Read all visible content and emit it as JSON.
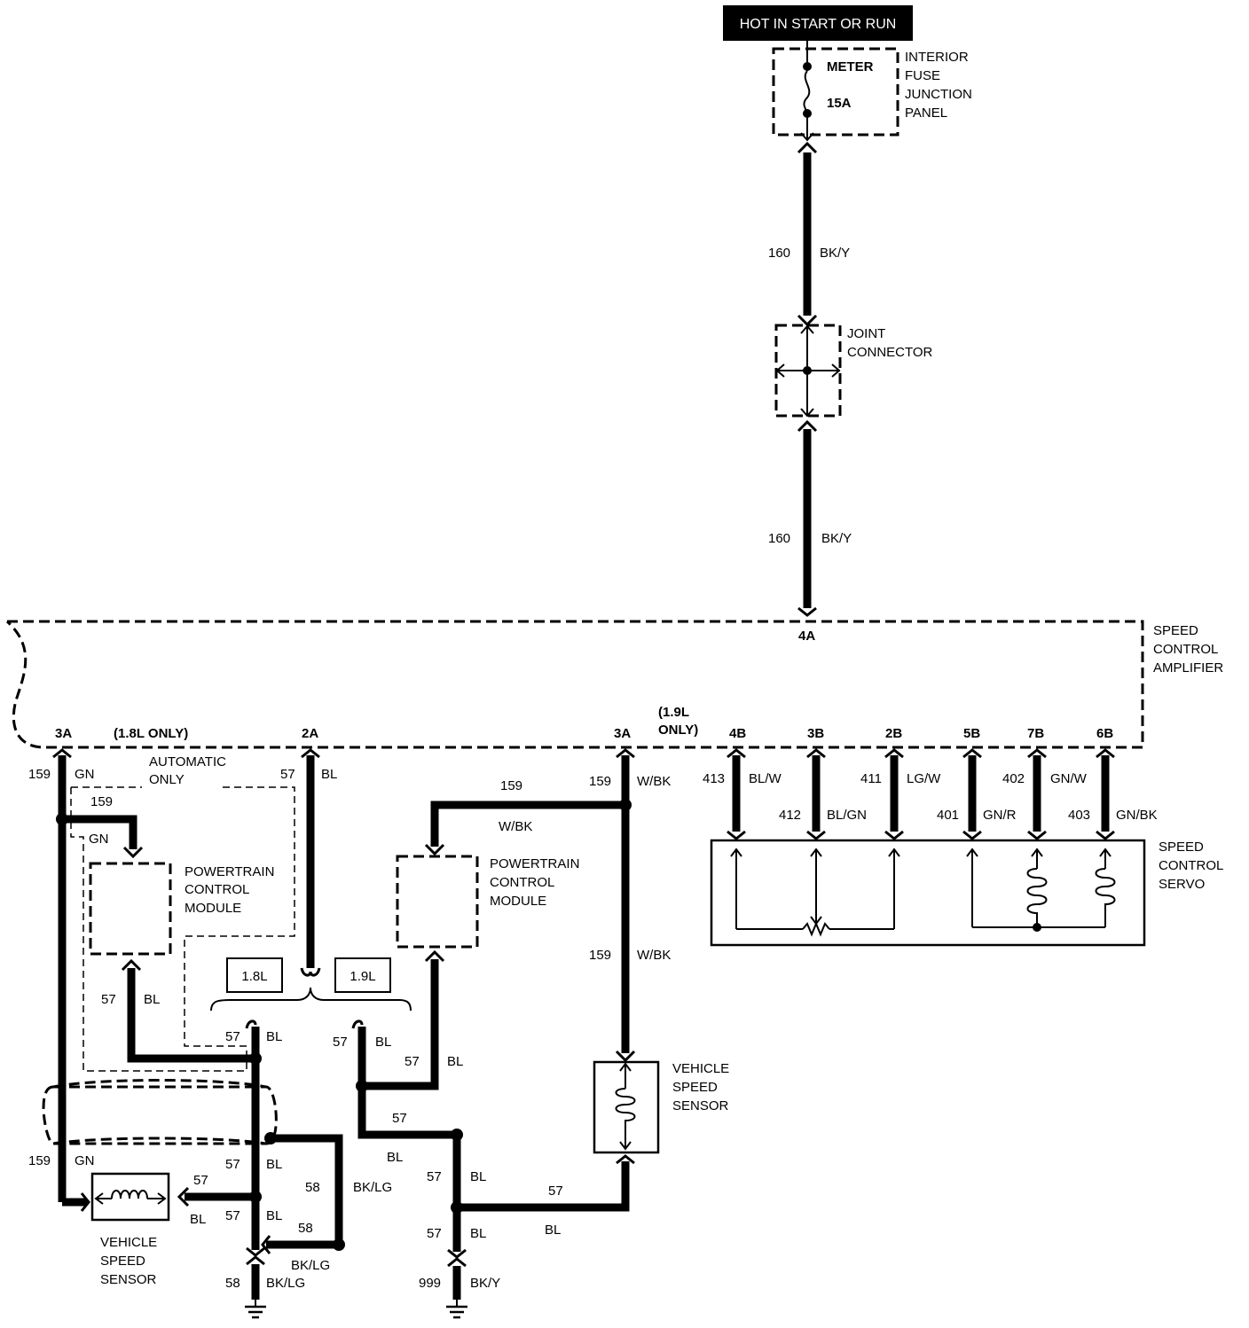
{
  "header": {
    "hot_label": "HOT IN START OR RUN"
  },
  "fuse_panel": {
    "fuse_name": "METER",
    "fuse_rating": "15A",
    "label_lines": [
      "INTERIOR",
      "FUSE",
      "JUNCTION",
      "PANEL"
    ]
  },
  "joint_connector": {
    "label_lines": [
      "JOINT",
      "CONNECTOR"
    ]
  },
  "amplifier": {
    "label_lines": [
      "SPEED",
      "CONTROL",
      "AMPLIFIER"
    ],
    "pin_4a": "4A",
    "pin_3a_left": "3A",
    "note_18": "(1.8L ONLY)",
    "pin_2a": "2A",
    "pin_3a_right": "3A",
    "note_19": [
      "(1.9L",
      "ONLY)"
    ],
    "pins_right": [
      "4B",
      "3B",
      "2B",
      "5B",
      "7B",
      "6B"
    ]
  },
  "wires": {
    "w160_a": {
      "num": "160",
      "color": "BK/Y"
    },
    "w160_b": {
      "num": "160",
      "color": "BK/Y"
    },
    "w159_gn": {
      "num": "159",
      "color": "GN"
    },
    "w159_gn_lower": {
      "num": "159",
      "color": "GN"
    },
    "w159_gn_branch": {
      "num": "159",
      "color": "GN"
    },
    "w57_bl_2a": {
      "num": "57",
      "color": "BL"
    },
    "w159_wbk_top": {
      "num": "159",
      "color": "W/BK"
    },
    "w159_branch": {
      "num": "159",
      "color": "W/BK"
    },
    "w159_wbk_mid": {
      "num": "159",
      "color": "W/BK"
    },
    "w413": {
      "num": "413",
      "color": "BL/W"
    },
    "w412": {
      "num": "412",
      "color": "BL/GN"
    },
    "w411": {
      "num": "411",
      "color": "LG/W"
    },
    "w401": {
      "num": "401",
      "color": "GN/R"
    },
    "w402": {
      "num": "402",
      "color": "GN/W"
    },
    "w403": {
      "num": "403",
      "color": "GN/BK"
    },
    "w57_pcm_left": {
      "num": "57",
      "color": "BL"
    },
    "w57_18": {
      "num": "57",
      "color": "BL"
    },
    "w57_19": {
      "num": "57",
      "color": "BL"
    },
    "w57_pcm_right": {
      "num": "57",
      "color": "BL"
    },
    "w57_horiz_a": {
      "num": "57",
      "color": "BL"
    },
    "w57_left_mid": {
      "num": "57",
      "color": "BL"
    },
    "w58_a": {
      "num": "58",
      "color": "BK/LG"
    },
    "w57_vss_left": {
      "num": "57",
      "color": "BL"
    },
    "w57_left_low": {
      "num": "57",
      "color": "BL"
    },
    "w58_b": {
      "num": "58",
      "color": "BK/LG"
    },
    "w58_ground": {
      "num": "58",
      "color": "BK/LG"
    },
    "w57_mid_a": {
      "num": "57",
      "color": "BL"
    },
    "w57_vss_right": {
      "num": "57",
      "color": "BL"
    },
    "w57_mid_b": {
      "num": "57",
      "color": "BL"
    },
    "w999": {
      "num": "999",
      "color": "BK/Y"
    }
  },
  "components": {
    "auto_only": [
      "AUTOMATIC",
      "ONLY"
    ],
    "pcm_left": [
      "POWERTRAIN",
      "CONTROL",
      "MODULE"
    ],
    "pcm_right": [
      "POWERTRAIN",
      "CONTROL",
      "MODULE"
    ],
    "servo": [
      "SPEED",
      "CONTROL",
      "SERVO"
    ],
    "vss_right": [
      "VEHICLE",
      "SPEED",
      "SENSOR"
    ],
    "vss_left": [
      "VEHICLE",
      "SPEED",
      "SENSOR"
    ],
    "engine_18": "1.8L",
    "engine_19": "1.9L"
  }
}
